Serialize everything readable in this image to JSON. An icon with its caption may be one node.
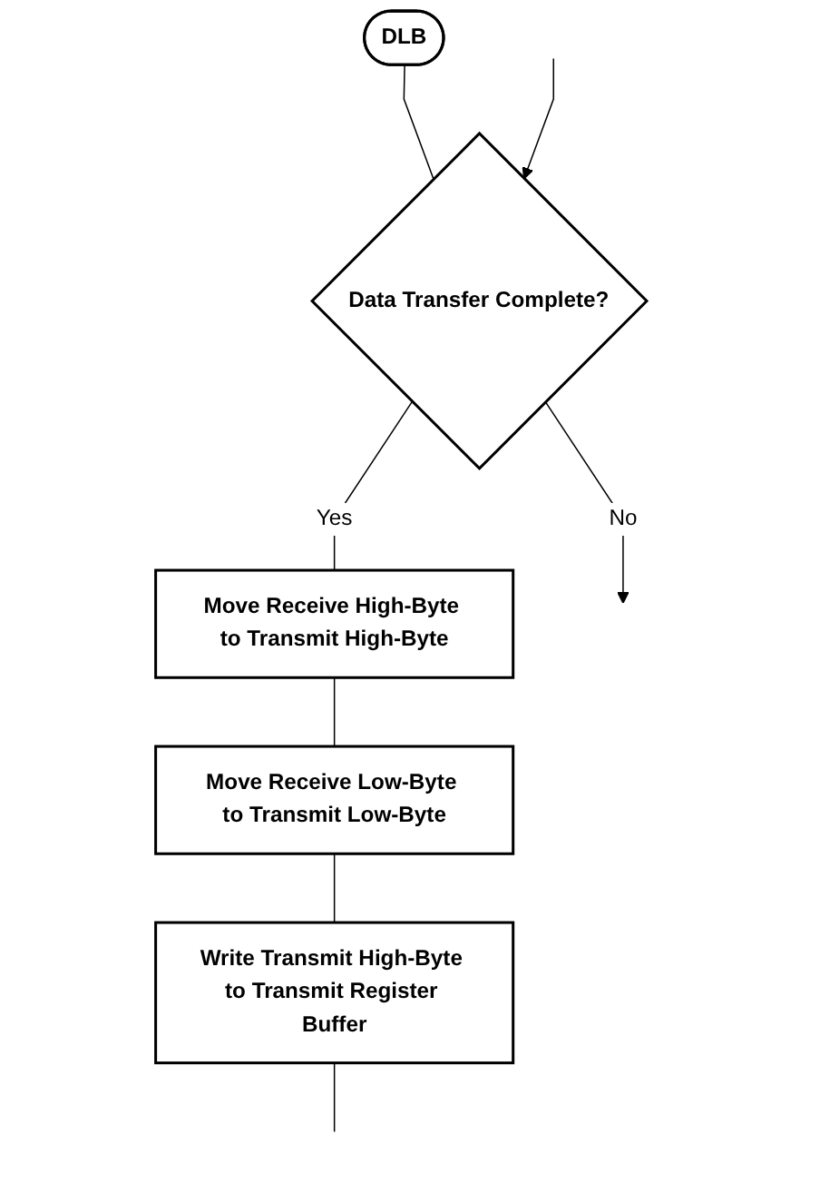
{
  "diagram": {
    "nodes": [
      {
        "text": [
          "DLB"
        ]
      },
      {
        "text": [
          "Data Transfer Complete?"
        ]
      },
      {
        "text": [
          "Move Receive High-Byte to Transmit High-Byte"
        ]
      },
      {
        "text": [
          "Move Receive Low-Byte to Transmit Low-Byte"
        ]
      },
      {
        "text": [
          "Write Transmit High-Byte to Transmit Register Buffer"
        ]
      }
    ],
    "edges": [
      {
        "from": 0,
        "to": 1,
        "arrow": "none"
      },
      {
        "from": null,
        "to": 1,
        "arrow": "to"
      },
      {
        "from": 1,
        "to": null,
        "arrow": "to",
        "label": "No"
      },
      {
        "from": 1,
        "to": 2,
        "arrow": "none",
        "label": "Yes"
      },
      {
        "from": 2,
        "to": 3,
        "arrow": "none"
      },
      {
        "from": 3,
        "to": 4,
        "arrow": "none"
      },
      {
        "from": 4,
        "to": null,
        "arrow": "none"
      }
    ]
  }
}
